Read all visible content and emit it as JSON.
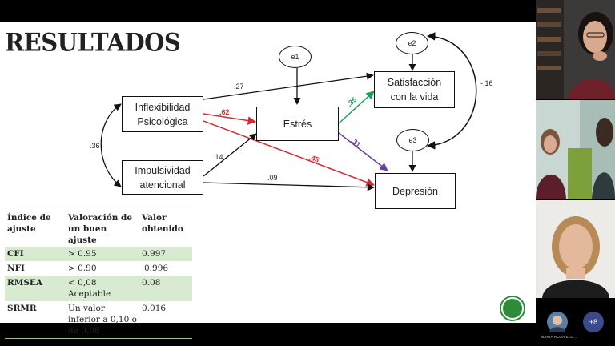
{
  "slide": {
    "title": "RESULTADOS",
    "diagram": {
      "nodes": {
        "inflex": "Inflexibilidad Psicológica",
        "impuls": "Impulsividad atencional",
        "estres": "Estrés",
        "satisf": "Satisfacción con la vida",
        "depres": "Depresión"
      },
      "errors": {
        "e1": "e1",
        "e2": "e2",
        "e3": "e3"
      },
      "coefficients": {
        "inflex_satisf": "-,27",
        "inflex_estres": ",62",
        "impuls_estres": ".14",
        "inflex_impuls": ".36",
        "estres_satisf": ",35",
        "estres_depres": ",31",
        "inflex_depres": ",45",
        "impuls_depres": ".09",
        "e2_e3": "-,16"
      },
      "colors": {
        "red": "#d42a35",
        "green": "#1aa35a",
        "purple": "#6b3fa0",
        "black": "#111111"
      }
    },
    "fit_table": {
      "headers": [
        "Índice de ajuste",
        "Valoración de un buen ajuste",
        "Valor obtenido"
      ],
      "rows": [
        {
          "index": "CFI",
          "criterion": "> 0.95",
          "value": "0.997"
        },
        {
          "index": "NFI",
          "criterion": "> 0.90",
          "value": "0.996"
        },
        {
          "index": "RMSEA",
          "criterion": "< 0,08 Aceptable",
          "value": "0.08"
        },
        {
          "index": "SRMR",
          "criterion": "Un valor inferior a 0,10 o de 0,08",
          "value": "0.016"
        }
      ]
    }
  },
  "meeting": {
    "participant_name": "MARIA ROSA ELO...",
    "more_count": "+8",
    "recording_color": "#2e8b3a"
  }
}
